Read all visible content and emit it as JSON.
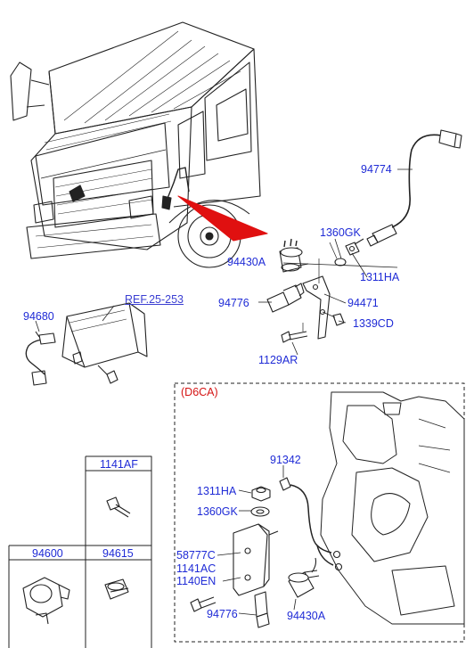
{
  "labels": {
    "p94774": "94774",
    "p1360gk_top": "1360GK",
    "p1311ha_top": "1311HA",
    "p94430a_top": "94430A",
    "p94471": "94471",
    "p94776_top": "94776",
    "p1339cd": "1339CD",
    "p1129ar": "1129AR",
    "p94680": "94680",
    "ref": "REF.25-253",
    "d6ca": "(D6CA)",
    "p91342": "91342",
    "p1311ha_bot": "1311HA",
    "p1360gk_bot": "1360GK",
    "p58777c": "58777C",
    "p1141ac": "1141AC",
    "p1140en": "1140EN",
    "p94776_bot": "94776",
    "p94430a_bot": "94430A"
  },
  "table": {
    "row1": [
      "",
      "1141AF"
    ],
    "row2": [
      "94600",
      "94615"
    ]
  },
  "colors": {
    "label": "#1f2bd6",
    "engine_label": "#d41414",
    "arrow": "#e01010",
    "line": "#222222"
  }
}
